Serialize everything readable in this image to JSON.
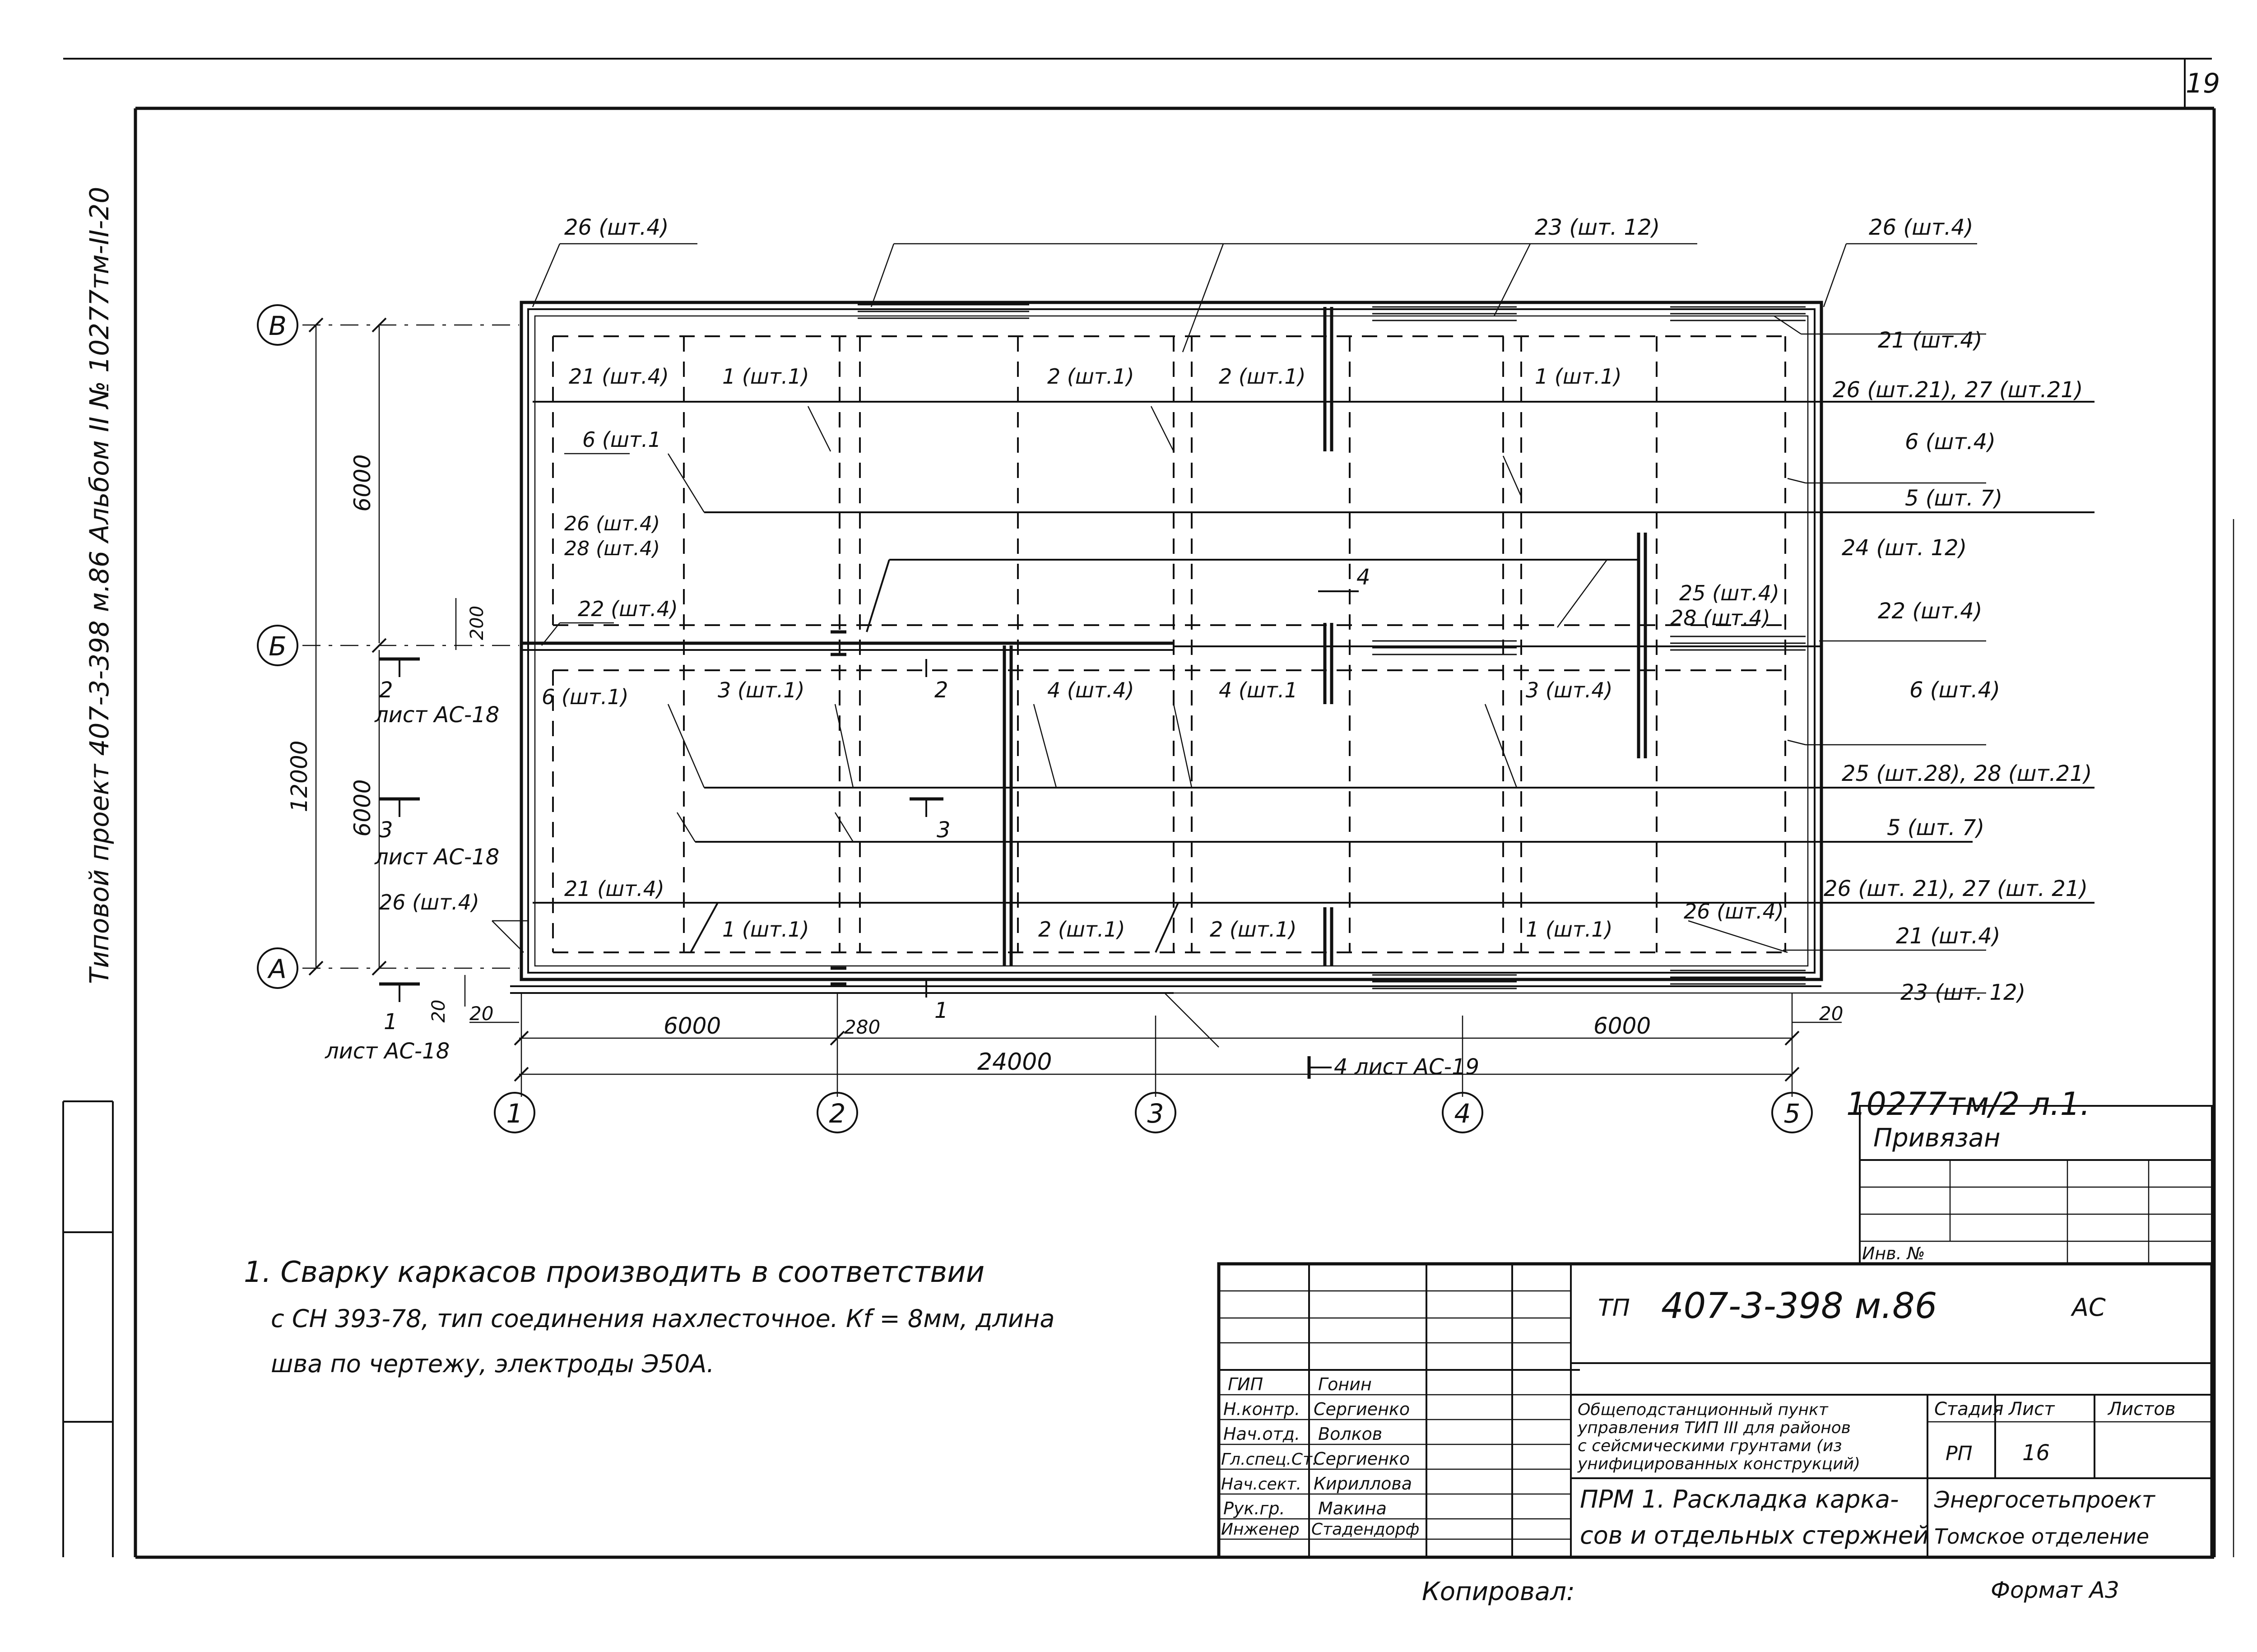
{
  "sheet_number": "19",
  "side_title": "Типовой проект 407-3-398 м.86 Альбом II № 10277тм-II-20",
  "axes": {
    "rows": [
      "В",
      "Б",
      "А"
    ],
    "columns": [
      "1",
      "2",
      "3",
      "4",
      "5"
    ]
  },
  "dimensions": {
    "d6000_top": "6000",
    "d6000_bottom": "6000",
    "d12000": "12000",
    "d200": "200",
    "d20_a": "20",
    "d20_b": "20",
    "d20_c": "20",
    "d280": "280",
    "bay_1_2": "6000",
    "bay_4_5": "6000",
    "total": "24000"
  },
  "section_refs": {
    "s1_num": "1",
    "s1_sheet": "лист АС-18",
    "s2_num": "2",
    "s2_sheet": "лист АС-18",
    "s3_num": "3",
    "s3_sheet": "лист АС-18",
    "s4_label": "4 лист АС-19",
    "m2": "2",
    "m3": "3",
    "m1": "1",
    "m4": "4"
  },
  "callouts": {
    "c_26_4_tl": "26 (шт.4)",
    "c_23_12_top": "23 (шт. 12)",
    "c_26_4_tr": "26 (шт.4)",
    "c_21_4_r1": "21 (шт.4)",
    "c_26_21_27_21_r1": "26 (шт.21), 27 (шт.21)",
    "c_6_4_r1": "6 (шт.4)",
    "c_5_7_r1": "5 (шт. 7)",
    "c_24_12": "24 (шт. 12)",
    "c_25_4": "25 (шт.4)",
    "c_28_4_r": "28 (шт.4)",
    "c_22_4_r": "22 (шт.4)",
    "c_6_4_r2": "6 (шт.4)",
    "c_25_28": "25 (шт.28), 28 (шт.21)",
    "c_5_7_r2": "5 (шт. 7)",
    "c_26_21_27_21_r2": "26 (шт. 21), 27 (шт. 21)",
    "c_21_4_r2": "21 (шт.4)",
    "c_23_12_bot": "23 (шт. 12)",
    "c_21_4_in1": "21 (шт.4)",
    "c_1_1_a": "1 (шт.1)",
    "c_2_1_a": "2 (шт.1)",
    "c_2_1_b": "2 (шт.1)",
    "c_1_1_b": "1 (шт.1)",
    "c_6_1_l": "6 (шт.1",
    "c_26_4_l": "26 (шт.4)",
    "c_28_4_l": "28 (шт.4)",
    "c_22_4_l": "22 (шт.4)",
    "c_6_1_mid": "6 (шт.1)",
    "c_3_1": "3 (шт.1)",
    "c_4_4_a": "4 (шт.4)",
    "c_4_1": "4 (шт.1",
    "c_3_4": "3 (шт.4)",
    "c_21_4_bl": "21 (шт.4)",
    "c_26_4_bl": "26 (шт.4)",
    "c_1_1_c": "1 (шт.1)",
    "c_2_1_c": "2 (шт.1)",
    "c_2_1_d": "2 (шт.1)",
    "c_1_1_d": "1 (шт.1)",
    "c_26_4_br": "26 (шт.4)"
  },
  "notes": {
    "line1": "1. Сварку каркасов производить в соответствии",
    "line2": "с СН 393-78, тип соединения нахлесточное. Кf = 8мм, длина",
    "line3": "шва по чертежу, электроды Э50А."
  },
  "stamp_note": "10277тм/2 л.1.",
  "binding": {
    "title": "Привязан",
    "inv_label": "Инв. №"
  },
  "title_block": {
    "code_prefix": "ТП",
    "code": "407-3-398 м.86",
    "mark": "АС",
    "roles": [
      {
        "role": "ГИП",
        "name": "Гонин"
      },
      {
        "role": "Н.контр.",
        "name": "Сергиенко"
      },
      {
        "role": "Нач.отд.",
        "name": "Волков"
      },
      {
        "role": "Гл.спец.Ст.",
        "name": "Сергиенко"
      },
      {
        "role": "Нач.сект.",
        "name": "Кириллова"
      },
      {
        "role": "Рук.гр.",
        "name": "Макина"
      },
      {
        "role": "Инженер",
        "name": "Стадендорф"
      }
    ],
    "project_lines": [
      "Общеподстанционный пункт",
      "управления ТИП III для районов",
      "с сейсмическими грунтами (из",
      "унифицированных конструкций)"
    ],
    "stage_label": "Стадия",
    "sheet_label": "Лист",
    "sheets_label": "Листов",
    "stage": "РП",
    "sheet": "16",
    "drawing_title_1": "ПРМ 1. Раскладка карка-",
    "drawing_title_2": "сов и отдельных стержней",
    "org_1": "Энергосетьпроект",
    "org_2": "Томское отделение"
  },
  "copied_label": "Копировал:",
  "format_label": "Формат А3"
}
